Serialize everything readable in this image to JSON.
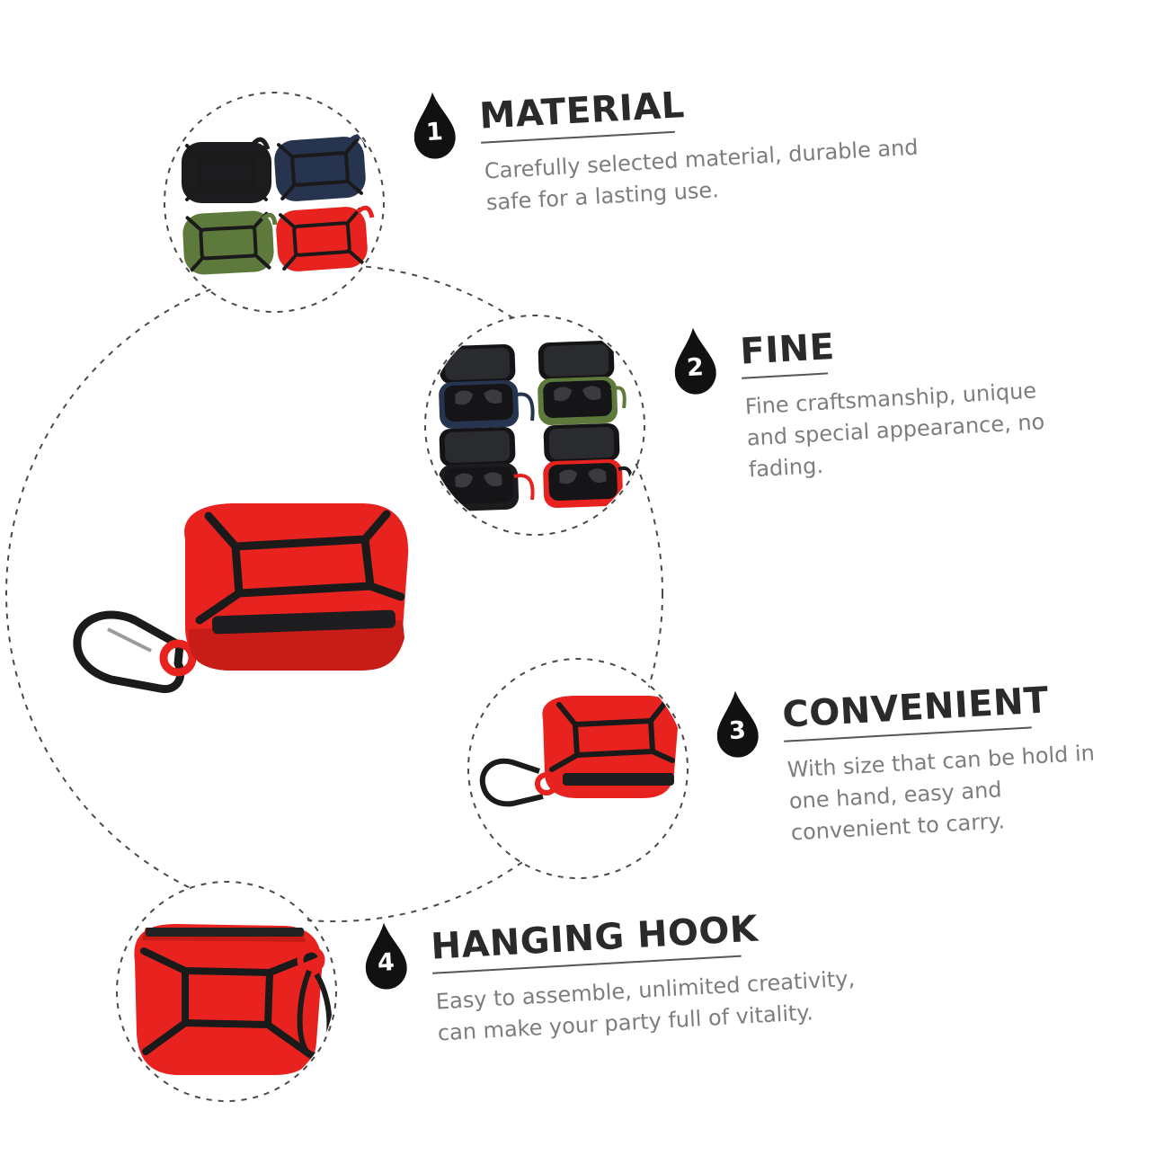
{
  "features": [
    {
      "number": "1",
      "title": "MATERIAL",
      "description": "Carefully selected material, durable and safe for a lasting use."
    },
    {
      "number": "2",
      "title": "FINE",
      "description": "Fine craftsmanship, unique and special appearance, no fading."
    },
    {
      "number": "3",
      "title": "CONVENIENT",
      "description": "With size that can be hold in one hand, easy and convenient to carry."
    },
    {
      "number": "4",
      "title": "HANGING HOOK",
      "description": "Easy to assemble, unlimited creativity, can make your party full of vitality."
    }
  ],
  "colors": {
    "case_red": "#e8231f",
    "case_black": "#1c1c1e",
    "case_navy": "#26344f",
    "case_green": "#5d7a3c",
    "trim": "#1a1a1a",
    "drop": "#111111",
    "title_text": "#2a2a2a",
    "body_text": "#7d7d7d",
    "dashed_line": "#4a4a4a"
  },
  "icons": [
    "water-drop-icon",
    "carabiner-hook-icon"
  ]
}
